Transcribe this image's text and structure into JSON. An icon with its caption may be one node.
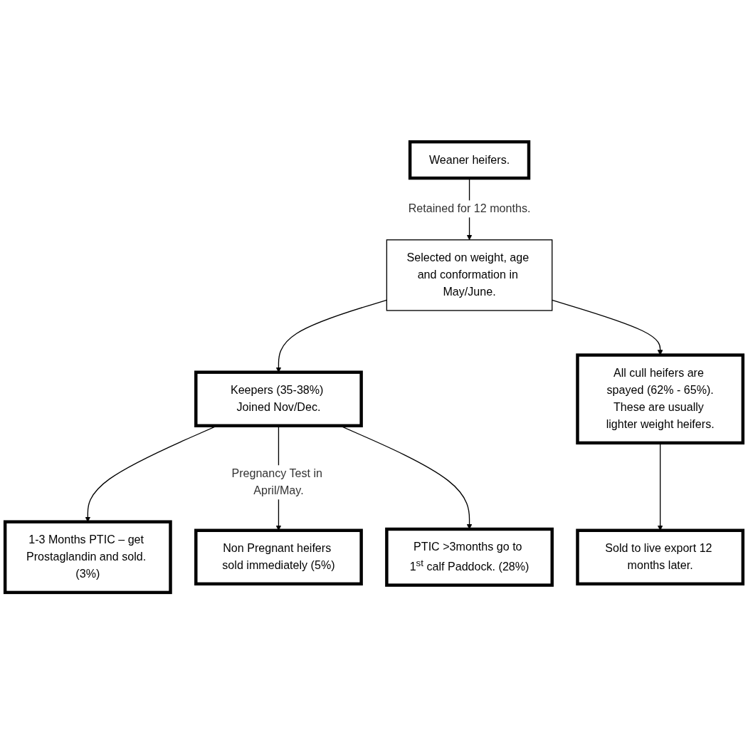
{
  "diagram": {
    "nodes": [
      {
        "text": [
          "Weaner heifers."
        ]
      },
      {
        "text": [
          "Selected on weight, age and conformation in May/June."
        ]
      },
      {
        "text": [
          "Keepers (35-38%) Joined Nov/Dec."
        ]
      },
      {
        "text": [
          "All cull heifers are spayed (62% - 65%).",
          "These are usually lighter weight heifers."
        ]
      },
      {
        "text": [
          "1-3 Months PTIC – get Prostaglandin and sold. (3%)"
        ]
      },
      {
        "text": [
          "Non Pregnant heifers sold immediately (5%)"
        ]
      },
      {
        "text": [
          "PTIC >3months go to 1$^{st}$ calf Paddock. (28%)"
        ]
      },
      {
        "text": [
          "Sold to live export 12 months later."
        ]
      }
    ],
    "edges": [
      {
        "from": 0,
        "to": 1,
        "arrow": "to",
        "label": "Retained for 12 months."
      },
      {
        "from": 1,
        "to": 2,
        "arrow": "to"
      },
      {
        "from": 1,
        "to": 3,
        "arrow": "to"
      },
      {
        "from": 2,
        "to": 4,
        "arrow": "to"
      },
      {
        "from": 2,
        "to": 5,
        "arrow": "to",
        "label": "Pregnancy Test in April/May."
      },
      {
        "from": 2,
        "to": 6,
        "arrow": "to"
      },
      {
        "from": 3,
        "to": 7,
        "arrow": "to"
      }
    ]
  }
}
